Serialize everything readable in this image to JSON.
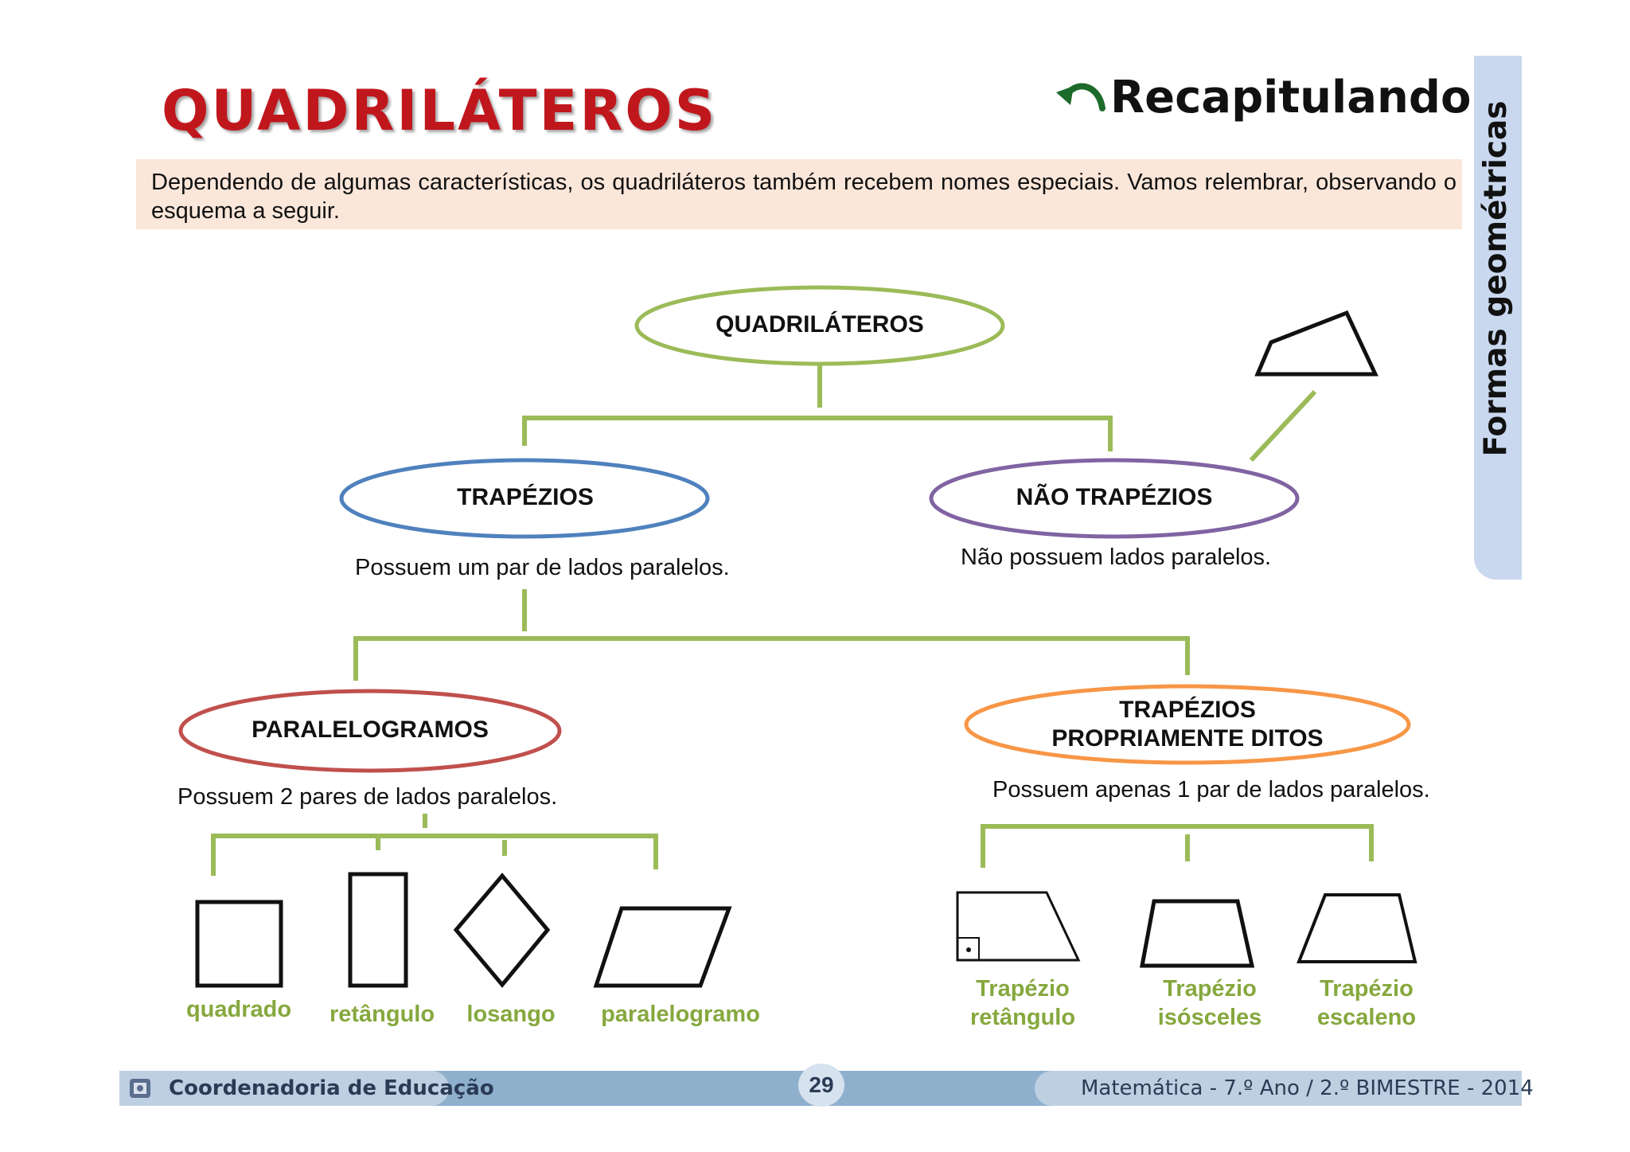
{
  "header": {
    "title": "QUADRILÁTEROS",
    "recap": "Recapitulando...",
    "recap_icon": "curved-arrow-icon"
  },
  "intro": "Dependendo de algumas características, os quadriláteros também recebem nomes especiais. Vamos relembrar, observando o esquema a seguir.",
  "side_tab": "Formas geométricas",
  "diagram": {
    "root": "QUADRILÁTEROS",
    "trapezios": {
      "label": "TRAPÉZIOS",
      "desc": "Possuem um par de lados paralelos."
    },
    "nao_trapezios": {
      "label": "NÃO TRAPÉZIOS",
      "desc": "Não possuem lados paralelos."
    },
    "paralelogramos": {
      "label": "PARALELOGRAMOS",
      "desc": "Possuem 2 pares de lados paralelos."
    },
    "trapezios_pd": {
      "label_line1": "TRAPÉZIOS",
      "label_line2": "PROPRIAMENTE DITOS",
      "desc": "Possuem apenas 1 par de lados paralelos."
    },
    "shapes_left": [
      "quadrado",
      "retângulo",
      "losango",
      "paralelogramo"
    ],
    "shapes_right": [
      {
        "line1": "Trapézio",
        "line2": "retângulo"
      },
      {
        "line1": "Trapézio",
        "line2": "isósceles"
      },
      {
        "line1": "Trapézio",
        "line2": "escaleno"
      }
    ]
  },
  "colors": {
    "connector": "#9bbb59",
    "trapezios": "#4f81bd",
    "nao_trapezios": "#8064a2",
    "paralelogramos": "#c0504d",
    "trapezios_pd": "#f79646",
    "root": "#9bbb59",
    "shape_label": "#86a83e"
  },
  "footer": {
    "left": "Coordenadoria de Educação",
    "page": "29",
    "right": "Matemática - 7.º Ano / 2.º BIMESTRE  - 2014"
  }
}
